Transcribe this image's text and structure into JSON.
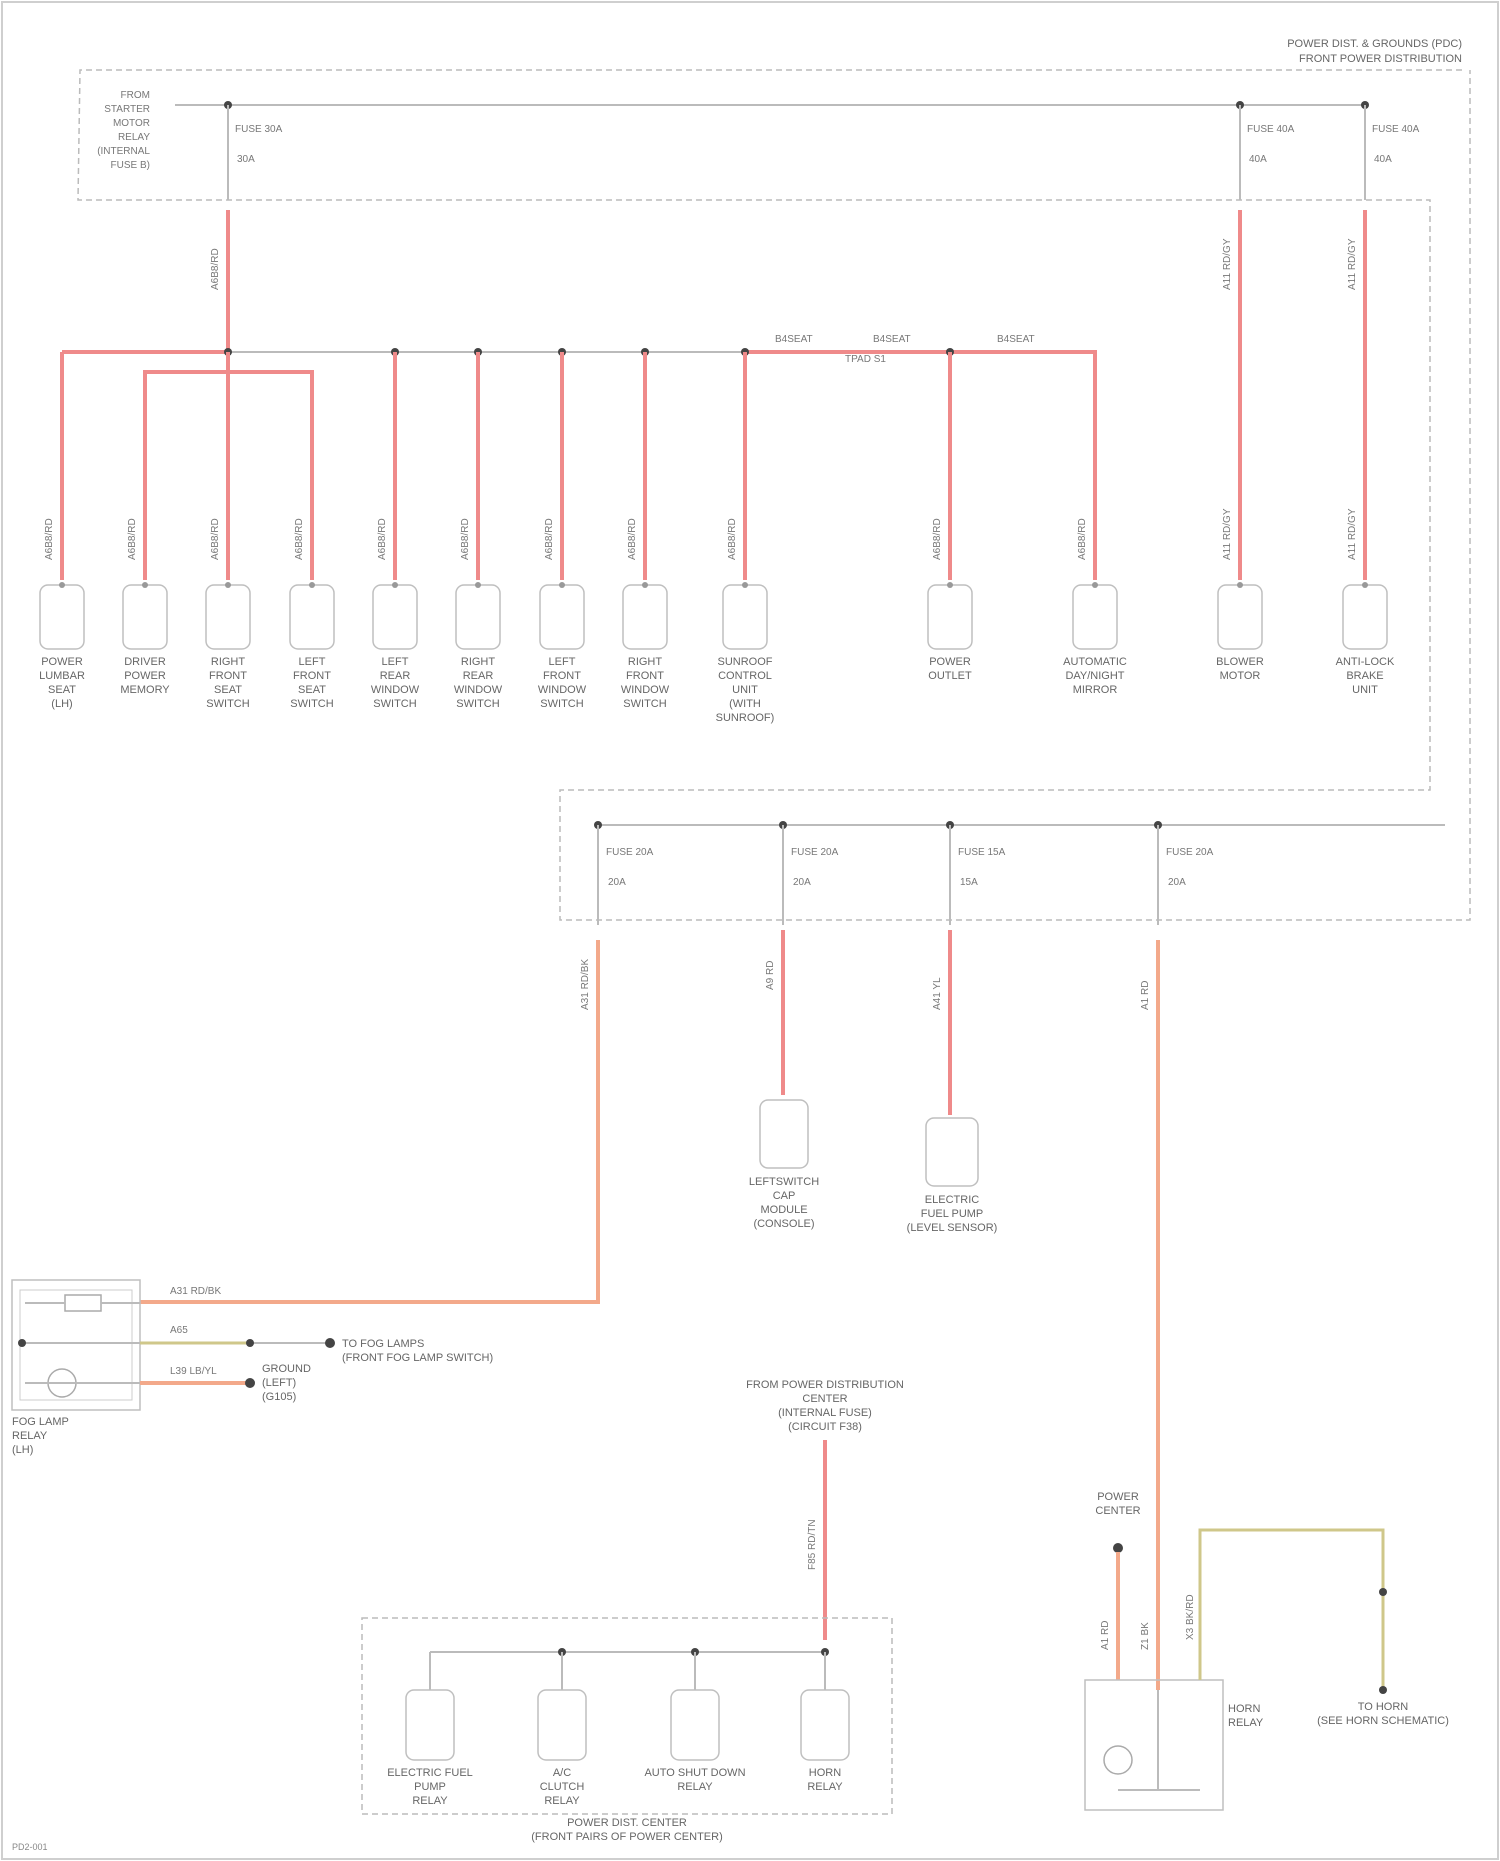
{
  "diagram": {
    "header_right": [
      "POWER DIST. & GROUNDS (PDC)",
      "FRONT POWER DISTRIBUTION"
    ],
    "fuse_source": [
      "FROM",
      "STARTER",
      "MOTOR",
      "RELAY",
      "(INTERNAL",
      "FUSE B)"
    ],
    "upper_fuses": [
      {
        "id": "u1",
        "name": "FUSE 30A",
        "rating": "30A"
      },
      {
        "id": "u2",
        "name": "FUSE 40A",
        "rating": "40A"
      },
      {
        "id": "u3",
        "name": "FUSE 40A",
        "rating": "40A"
      }
    ],
    "riser_wires": [
      "A6B8/RD",
      "A11 RD/GY",
      "A11 RD/GY"
    ],
    "bus_wires": [
      "B4SEAT",
      "B4SEAT",
      "B4SEAT"
    ],
    "bus_splice": "TPAD S1",
    "drop_wires": [
      "A6B8/RD",
      "A6B8/RD",
      "A6B8/RD",
      "A6B8/RD",
      "A6B8/RD",
      "A6B8/RD",
      "A6B8/RD",
      "A6B8/RD",
      "A6B8/RD",
      "A6B8/RD",
      "A6B8/RD",
      "A11 RD/GY",
      "A11 RD/GY"
    ],
    "upper_components": [
      [
        "POWER",
        "LUMBAR",
        "SEAT",
        "(LH)"
      ],
      [
        "DRIVER",
        "POWER",
        "MEMORY"
      ],
      [
        "RIGHT",
        "FRONT",
        "SEAT",
        "SWITCH"
      ],
      [
        "LEFT",
        "FRONT",
        "SEAT",
        "SWITCH"
      ],
      [
        "LEFT",
        "REAR",
        "WINDOW",
        "SWITCH"
      ],
      [
        "RIGHT",
        "REAR",
        "WINDOW",
        "SWITCH"
      ],
      [
        "LEFT",
        "FRONT",
        "WINDOW",
        "SWITCH"
      ],
      [
        "RIGHT",
        "FRONT",
        "WINDOW",
        "SWITCH"
      ],
      [
        "SUNROOF",
        "CONTROL",
        "UNIT",
        "(WITH",
        "SUNROOF)"
      ],
      [
        "POWER",
        "OUTLET"
      ],
      [
        "AUTOMATIC",
        "DAY/NIGHT",
        "MIRROR"
      ],
      [
        "BLOWER",
        "MOTOR"
      ],
      [
        "ANTI-LOCK",
        "BRAKE",
        "UNIT"
      ]
    ],
    "lower_fuses": [
      {
        "id": "l1",
        "name": "FUSE 20A",
        "rating": "20A"
      },
      {
        "id": "l2",
        "name": "FUSE 20A",
        "rating": "20A"
      },
      {
        "id": "l3",
        "name": "FUSE 15A",
        "rating": "15A"
      },
      {
        "id": "l4",
        "name": "FUSE 20A",
        "rating": "20A"
      }
    ],
    "lower_drop_wires": [
      "A31 RD/BK",
      "A9 RD",
      "A41 YL",
      "A1 RD"
    ],
    "lower_components": [
      [
        "LEFTSWITCH",
        "CAP",
        "MODULE",
        "(CONSOLE)"
      ],
      [
        "ELECTRIC",
        "FUEL PUMP",
        "(LEVEL SENSOR)"
      ]
    ],
    "relay_left": {
      "label": [
        "FOG LAMP",
        "RELAY",
        "(LH)"
      ],
      "wires": [
        "A31 RD/BK",
        "A65",
        "L39 LB/YL"
      ],
      "ends": [
        [
          "TO FOG LAMPS",
          "(FRONT FOG LAMP SWITCH)"
        ],
        [
          "GROUND",
          "(LEFT)",
          "(G105)"
        ]
      ]
    },
    "center_source": [
      "FROM POWER DISTRIBUTION",
      "CENTER",
      "(INTERNAL FUSE)",
      "(CIRCUIT F38)"
    ],
    "center_wire": "F85 RD/TN",
    "relay_group": [
      "ELECTRIC FUEL",
      "PUMP",
      "RELAY",
      "A/C",
      "CLUTCH",
      "RELAY",
      "AUTO SHUT DOWN",
      "RELAY",
      "HORN",
      "RELAY"
    ],
    "relay_group_caption": [
      "POWER DIST. CENTER",
      "(FRONT PAIRS OF POWER CENTER)"
    ],
    "relay_right": {
      "label": [
        "HORN",
        "RELAY"
      ],
      "top": [
        "POWER",
        "CENTER"
      ],
      "wires": [
        "A1 RD",
        "Z1 BK",
        "X3 BK/RD"
      ],
      "end": [
        "TO HORN",
        "(SEE HORN SCHEMATIC)"
      ]
    },
    "footer": "PD2-001"
  }
}
